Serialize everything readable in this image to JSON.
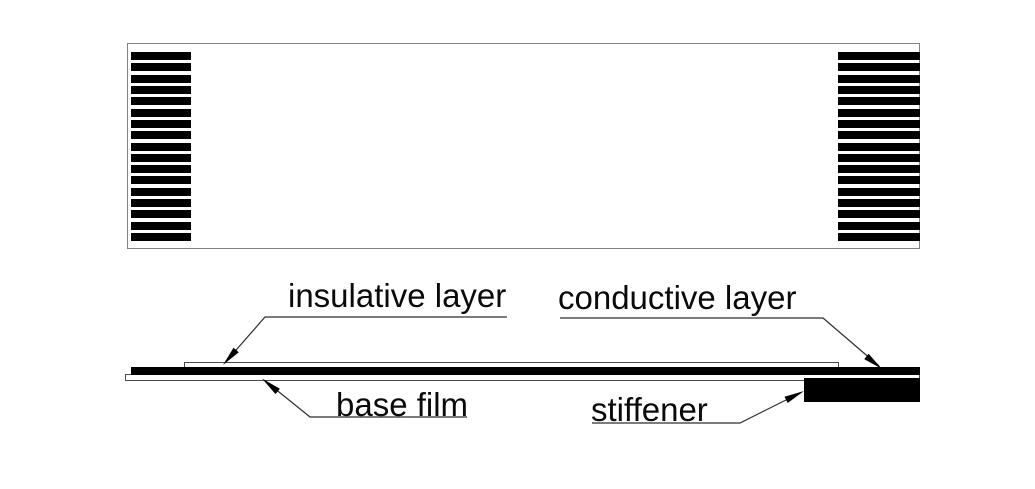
{
  "top_view": {
    "left_finger_count": 17,
    "right_finger_count": 17
  },
  "cross_section": {
    "labels": {
      "insulative_layer": "insulative layer",
      "conductive_layer": "conductive layer",
      "base_film": "base film",
      "stiffener": "stiffener"
    }
  },
  "colors": {
    "ink": "#000000",
    "outline_gray": "#828282",
    "layer_outline": "#4a4a4a",
    "leader_line": "#2f2f2f",
    "background": "#ffffff"
  }
}
